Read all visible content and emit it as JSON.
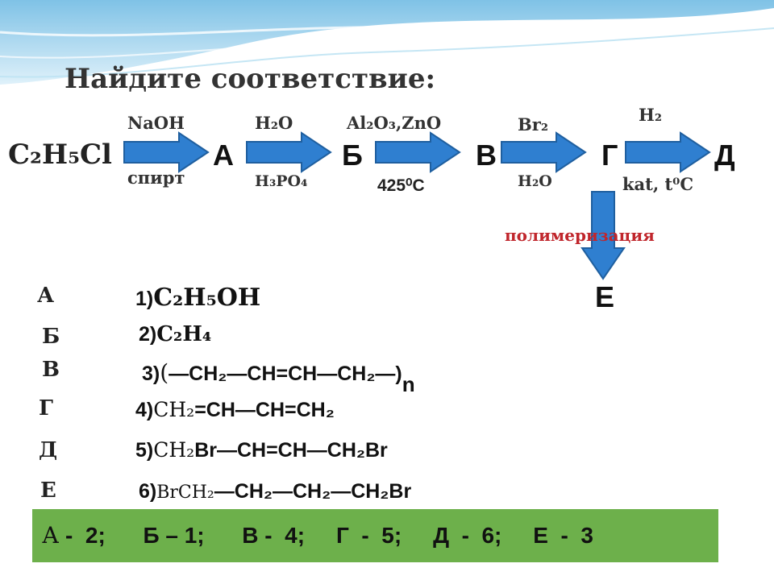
{
  "title": "Найдите соответствие:",
  "scheme": {
    "start": "C₂H₅Cl",
    "nodes": [
      "А",
      "Б",
      "В",
      "Г",
      "Д",
      "Е"
    ],
    "conditions_top": [
      "NaOH",
      "H₂O",
      "Al₂O₃,ZnO",
      "Br₂",
      "H₂"
    ],
    "conditions_bottom": [
      "спирт",
      "H₃PO₄",
      "425⁰С",
      "H₂O",
      "kat, t⁰C"
    ],
    "polymerization": "полимеризация"
  },
  "letters": [
    "А",
    "Б",
    "В",
    "Г",
    "Д",
    "Е"
  ],
  "options": [
    {
      "num": "1)",
      "formula": "C₂H₅OH"
    },
    {
      "num": "2)",
      "formula": "C₂H₄"
    },
    {
      "num": "3)",
      "open": "(",
      "formula": "—CH₂—CH=CH—CH₂—)",
      "sub": "n"
    },
    {
      "num": "4)",
      "prefix": "CH₂",
      "formula": "=CH—CH=CH₂"
    },
    {
      "num": "5)",
      "prefix": "CH₂",
      "formula": "Br—CH=CH—CH₂Br"
    },
    {
      "num": "6)",
      "prefix": "BrCH₂",
      "formula": "—CH₂—CH₂—CH₂Br"
    }
  ],
  "answer": {
    "a_letter": "А",
    "a_rest": " -  2;      Б – 1;      В -  4;     Г  -  5;     Д  -  6;     Е  -  3"
  },
  "colors": {
    "arrow_fill": "#2f7fd0",
    "arrow_stroke": "#1f5f9f",
    "answer_bg": "#6db04b",
    "polymerization": "#c0262c"
  }
}
